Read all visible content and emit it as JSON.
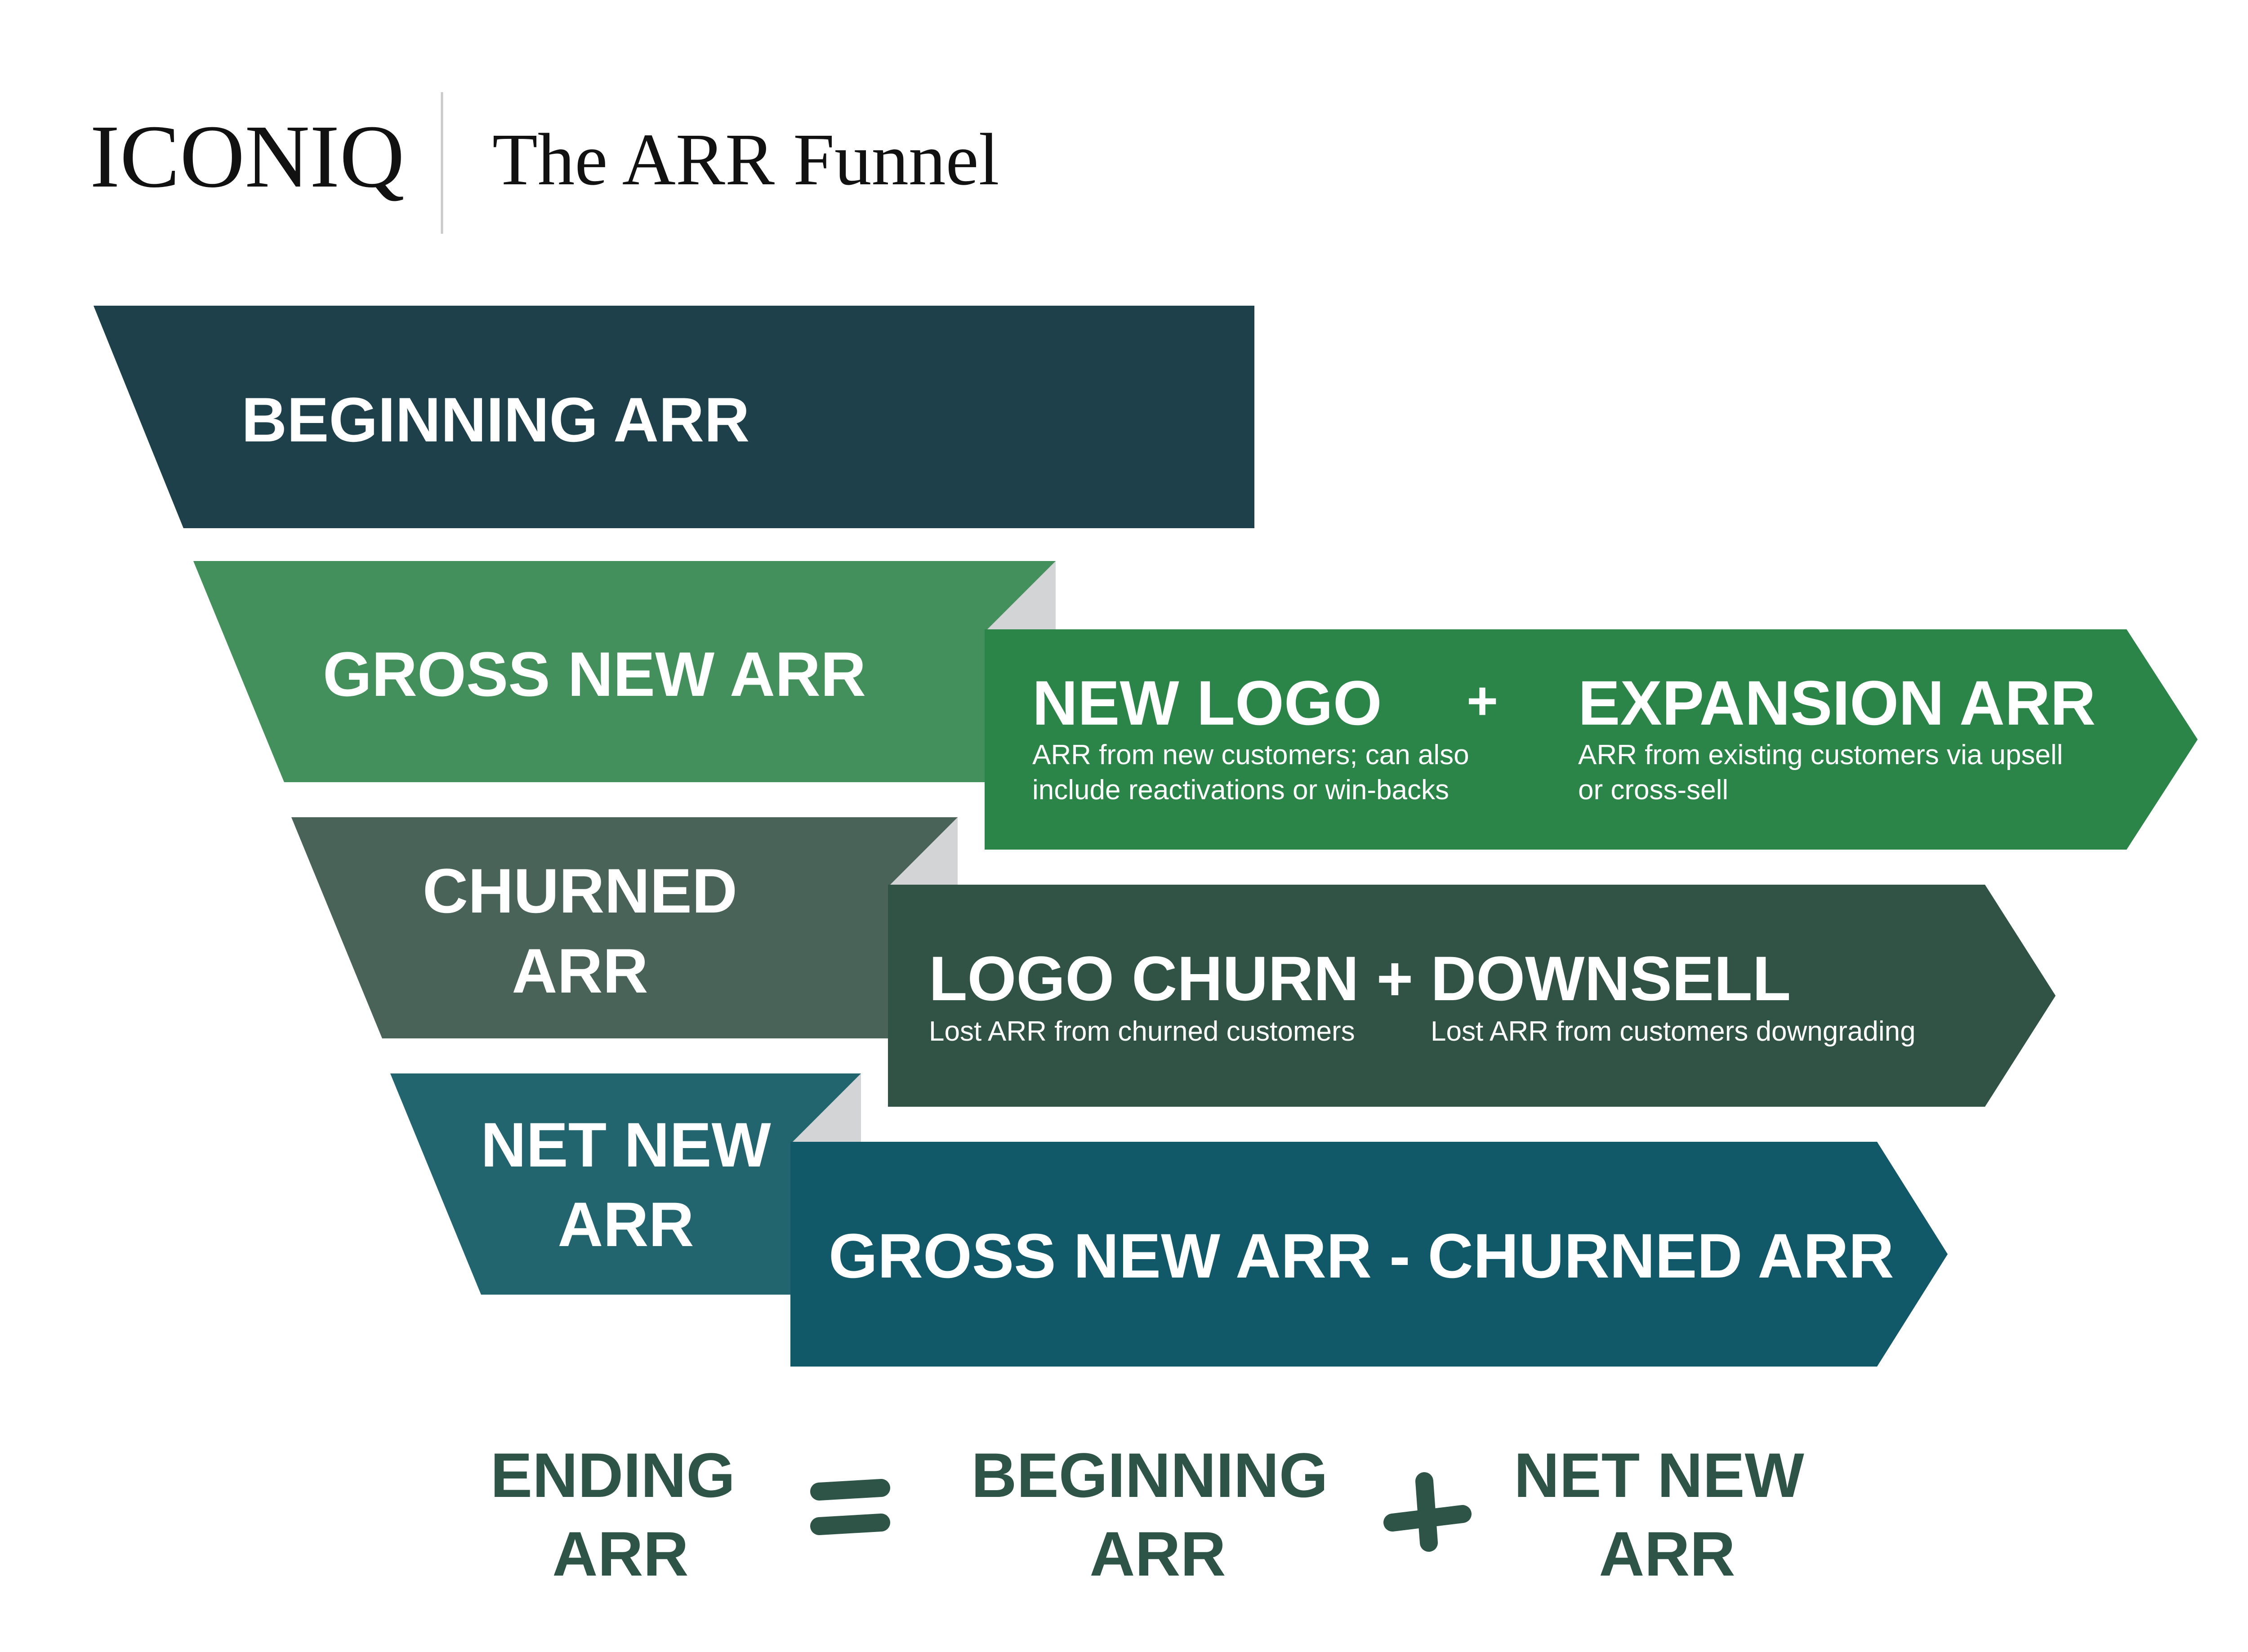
{
  "header": {
    "logo": "ICONIQ",
    "title": "The ARR Funnel"
  },
  "colors": {
    "beginning": "#1e404a",
    "gross": "#43905c",
    "churned": "#496358",
    "net": "#23656f",
    "arrow_gross": "#2b8448",
    "arrow_churn": "#305346",
    "arrow_net": "#115868",
    "fold": "#d3d4d5",
    "equation": "#2d5446",
    "white": "#ffffff"
  },
  "funnel": {
    "beginning": "BEGINNING ARR",
    "gross": "GROSS NEW ARR",
    "churned": {
      "line1": "CHURNED",
      "line2": "ARR"
    },
    "net": {
      "line1": "NET NEW",
      "line2": "ARR"
    }
  },
  "arrows": {
    "gross": {
      "new_logo": "NEW LOGO",
      "plus": "+",
      "expansion": "EXPANSION ARR",
      "new_logo_desc": [
        "ARR from new customers; can also",
        "include reactivations or win-backs"
      ],
      "expansion_desc": [
        "ARR from existing customers via upsell",
        "or cross-sell"
      ]
    },
    "churn": {
      "title": "LOGO CHURN + DOWNSELL",
      "logo_churn_desc": "Lost ARR from churned customers",
      "downsell_desc": "Lost ARR from customers downgrading"
    },
    "net": {
      "title": "GROSS NEW ARR - CHURNED ARR"
    }
  },
  "equation": {
    "ending": {
      "line1": "ENDING",
      "line2": "ARR"
    },
    "beginning": {
      "line1": "BEGINNING",
      "line2": "ARR"
    },
    "net_new": {
      "line1": "NET NEW",
      "line2": "ARR"
    }
  }
}
